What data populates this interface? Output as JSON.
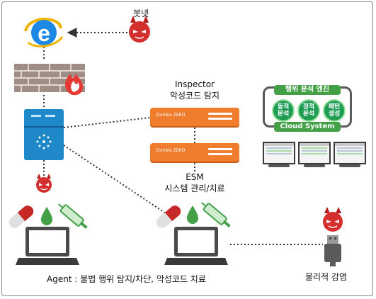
{
  "labels": {
    "botnet": "봇넷",
    "inspector_line1": "Inspector",
    "inspector_line2": "악성코드 탐지",
    "esm_line1": "ESM",
    "esm_line2": "시스템 관리/치료",
    "agent": "Agent : 불법 행위 탐지/차단, 악성코드 치료",
    "physical_infection": "물리적 감염"
  },
  "engine": {
    "title": "행위 분석 엔진",
    "circles": [
      {
        "line1": "동적",
        "line2": "분석"
      },
      {
        "line1": "정적",
        "line2": "분석"
      },
      {
        "line1": "패턴",
        "line2": "생성"
      }
    ],
    "footer": "Cloud System"
  },
  "appliances": [
    {
      "brand": "Zombie ZERO"
    },
    {
      "brand": "Zombie ZERO"
    }
  ],
  "colors": {
    "appliance_orange": "#f07c2e",
    "engine_green": "#43a047",
    "devil_red": "#c62828",
    "server_blue": "#1e88c8"
  }
}
